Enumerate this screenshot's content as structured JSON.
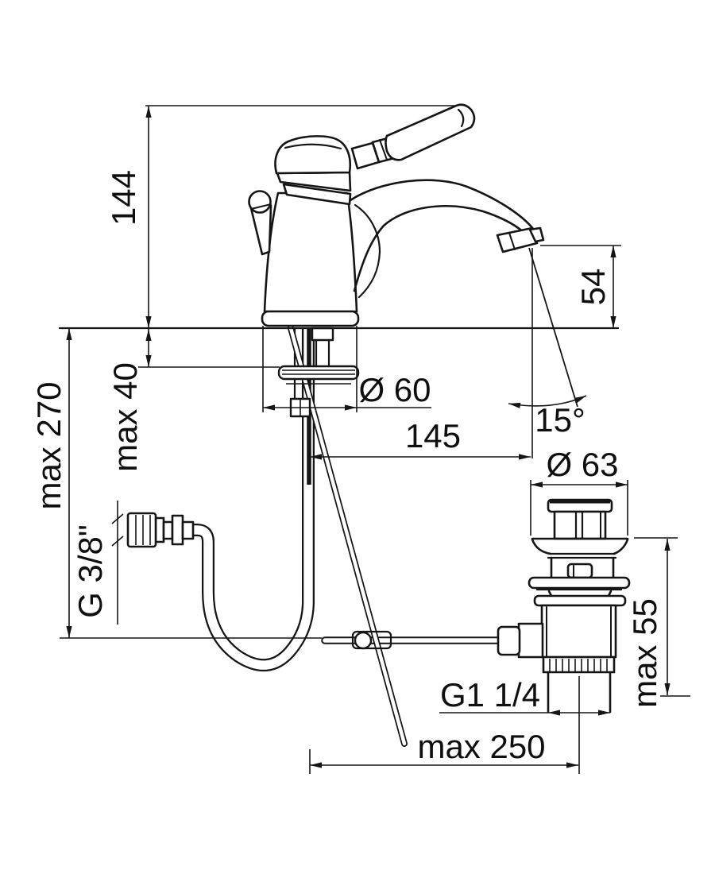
{
  "drawing": {
    "type": "faucet technical dimension drawing",
    "colors": {
      "line": "#151515",
      "background": "#ffffff",
      "text": "#0f0f0f"
    },
    "dims": {
      "total_height": "144",
      "max_depth": "max 270",
      "max_deck_thickness": "max 40",
      "supply_thread": "G 3/8\"",
      "base_diameter": "Ø 60",
      "spout_reach": "145",
      "spout_height": "54",
      "spout_angle": "15°",
      "waste_diameter": "Ø 63",
      "waste_clamp_max": "max 55",
      "waste_thread": "G1 1/4",
      "rod_length_max": "max 250"
    }
  }
}
